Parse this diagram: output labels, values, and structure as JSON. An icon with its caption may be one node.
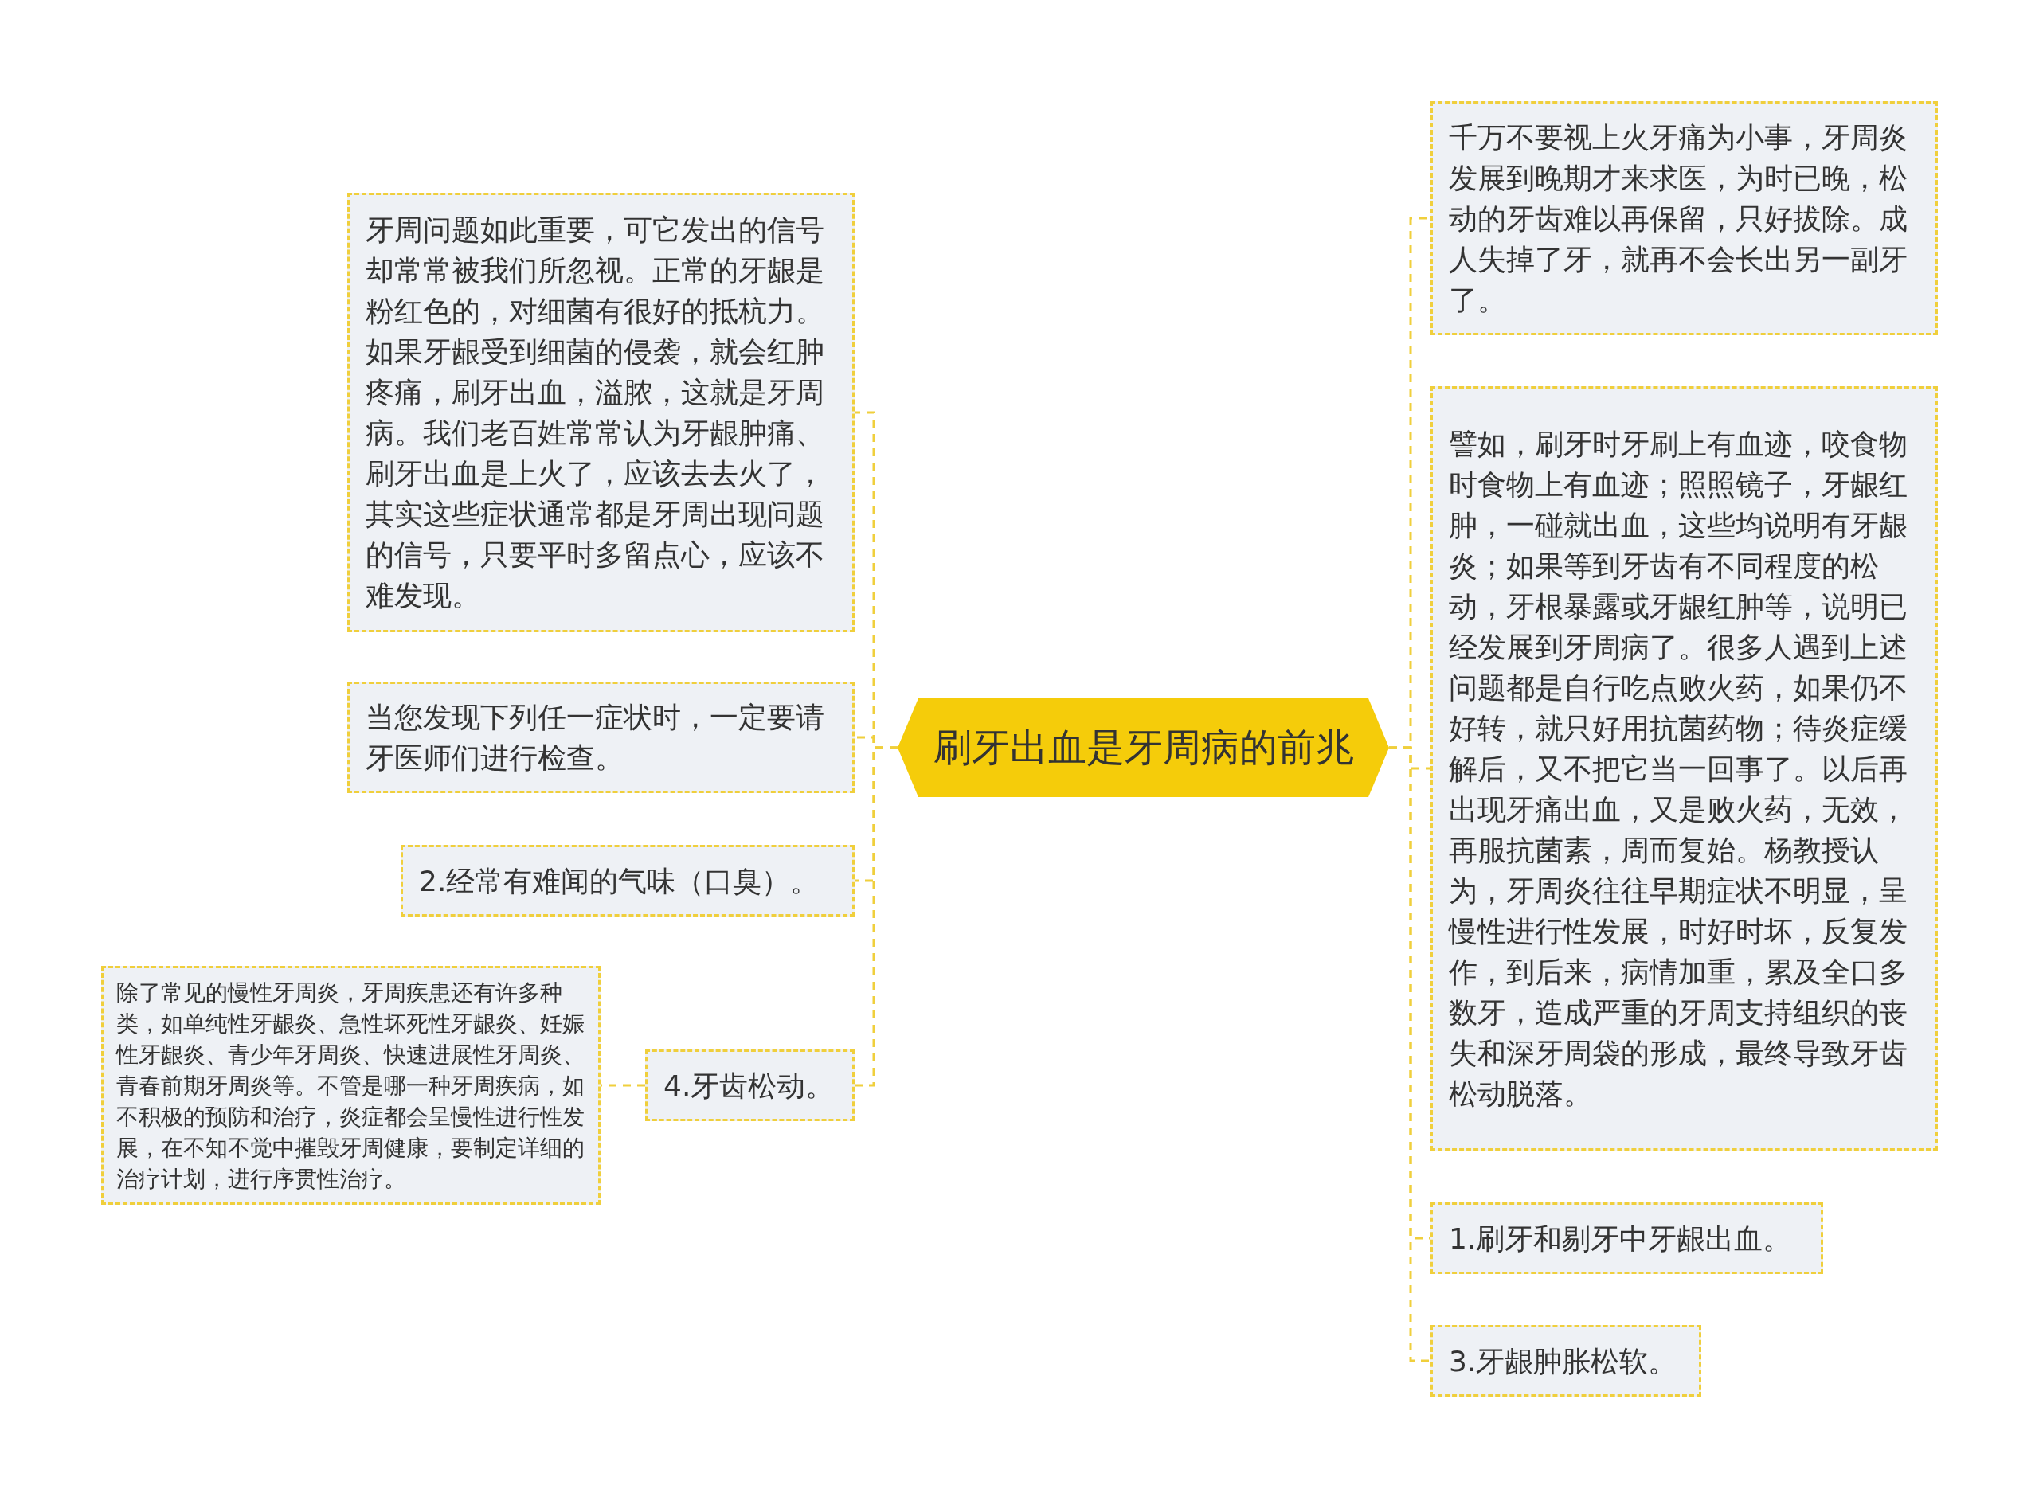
{
  "diagram": {
    "nodes": [
      {
        "text": [
          "刷牙出血是牙周病的前兆"
        ]
      },
      {
        "text": [
          "牙周问题如此重要，可它发出的信号却常常被我们所忽视。正常的牙龈是粉红色的，对细菌有很好的抵杭力。如果牙龈受到细菌的侵袭，就会红肿疼痛，刷牙出血，溢脓，这就是牙周病。我们老百姓常常认为牙龈肿痛、刷牙出血是上火了，应该去去火了，其实这些症状通常都是牙周出现问题的信号，只要平时多留点心，应该不难发现。"
        ]
      },
      {
        "text": [
          "当您发现下列任一症状时，一定要请牙医师们进行检查。"
        ]
      },
      {
        "text": [
          "2.经常有难闻的气味（口臭）。"
        ]
      },
      {
        "text": [
          "4.牙齿松动。"
        ]
      },
      {
        "text": [
          "除了常见的慢性牙周炎，牙周疾患还有许多种类，如单纯性牙龈炎、急性坏死性牙龈炎、妊娠性牙龈炎、青少年牙周炎、快速进展性牙周炎、青春前期牙周炎等。不管是哪一种牙周疾病，如不积极的预防和治疗，炎症都会呈慢性进行性发展，在不知不觉中摧毁牙周健康，要制定详细的治疗计划，进行序贯性治疗。"
        ]
      },
      {
        "text": [
          "千万不要视上火牙痛为小事，牙周炎发展到晚期才来求医，为时已晚，松动的牙齿难以再保留，只好拔除。成人失掉了牙，就再不会长出另一副牙了。"
        ]
      },
      {
        "text": [
          "譬如，刷牙时牙刷上有血迹，咬食物时食物上有血迹；照照镜子，牙龈红肿，一碰就出血，这些均说明有牙龈炎；如果等到牙齿有不同程度的松动，牙根暴露或牙龈红肿等，说明已经发展到牙周病了。很多人遇到上述问题都是自行吃点败火药，如果仍不好转，就只好用抗菌药物；待炎症缓解后，又不把它当一回事了。以后再出现牙痛出血，又是败火药，无效，再服抗菌素，周而复始。杨教授认为，牙周炎往往早期症状不明显，呈慢性进行性发展，时好时坏，反复发作，到后来，病情加重，累及全口多数牙，造成严重的牙周支持组织的丧失和深牙周袋的形成，最终导致牙齿松动脱落。"
        ]
      },
      {
        "text": [
          "1.刷牙和剔牙中牙龈出血。"
        ]
      },
      {
        "text": [
          "3.牙龈肿胀松软。"
        ]
      }
    ],
    "edges": [
      {
        "from": 0,
        "to": 1,
        "arrow": "none"
      },
      {
        "from": 0,
        "to": 2,
        "arrow": "none"
      },
      {
        "from": 0,
        "to": 3,
        "arrow": "none"
      },
      {
        "from": 0,
        "to": 4,
        "arrow": "none"
      },
      {
        "from": 4,
        "to": 5,
        "arrow": "none"
      },
      {
        "from": 0,
        "to": 6,
        "arrow": "none"
      },
      {
        "from": 0,
        "to": 7,
        "arrow": "none"
      },
      {
        "from": 0,
        "to": 8,
        "arrow": "none"
      },
      {
        "from": 0,
        "to": 9,
        "arrow": "none"
      }
    ]
  }
}
